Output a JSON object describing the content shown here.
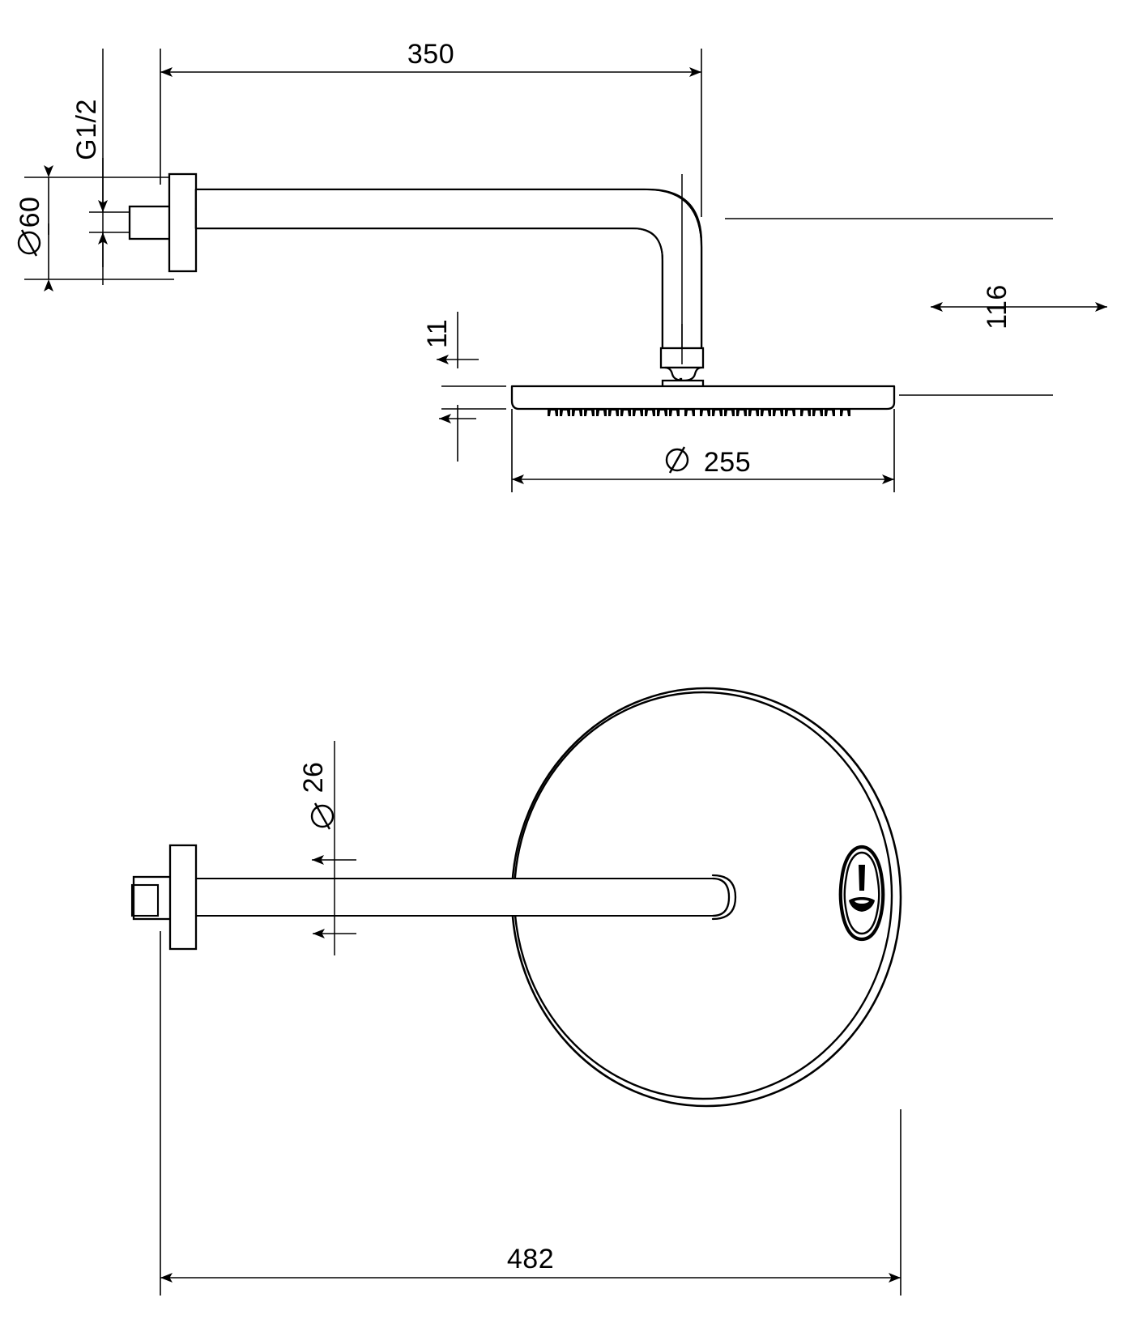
{
  "document": {
    "type": "technical-drawing",
    "subject": "Wall-mounted rain shower head with shower arm",
    "projection": "two orthographic views: side elevation (top) and plan / bottom view (bottom)",
    "units": "mm",
    "line_color": "#000000",
    "background_color": "#ffffff"
  },
  "views": {
    "side_elevation": {
      "name": "Side elevation",
      "components": [
        "wall flange (escutcheon)",
        "G1/2 threaded inlet nipple",
        "horizontal shower arm",
        "90 degree elbow bend",
        "ball joint connector",
        "rain shower head plate with nozzle row"
      ]
    },
    "bottom_view": {
      "name": "Bottom / plan view",
      "components": [
        "wall flange (escutcheon)",
        "G1/2 threaded inlet nipple",
        "shower arm tube",
        "round shower head disc",
        "manufacturer emblem"
      ]
    }
  },
  "dimensions": {
    "arm_projection": {
      "label": "350",
      "value": 350,
      "orientation": "horizontal",
      "description": "Shower arm projection from wall"
    },
    "thread_size": {
      "label": "G1/2",
      "value": "G1/2",
      "orientation": "vertical",
      "description": "Inlet thread designation"
    },
    "flange_diameter": {
      "label": "60",
      "symbol": "Ø",
      "value": 60,
      "orientation": "vertical",
      "description": "Wall flange outside diameter"
    },
    "drop_height": {
      "label": "116",
      "value": 116,
      "orientation": "vertical",
      "description": "Vertical drop from arm centre to shower face"
    },
    "head_thickness": {
      "label": "11",
      "value": 11,
      "orientation": "vertical",
      "description": "Shower head plate thickness"
    },
    "head_diameter": {
      "label": "255",
      "symbol": "Ø",
      "value": 255,
      "orientation": "horizontal",
      "description": "Shower head diameter"
    },
    "arm_diameter": {
      "label": "26",
      "symbol": "Ø",
      "value": 26,
      "orientation": "vertical",
      "description": "Shower arm tube diameter"
    },
    "overall_length": {
      "label": "482",
      "value": 482,
      "orientation": "horizontal",
      "description": "Overall length from wall face to outer edge of shower head"
    }
  },
  "labels": {
    "d350": "350",
    "g_half": "G1/2",
    "d60": "60",
    "d116": "116",
    "d11": "11",
    "d255": "255",
    "d26": "26",
    "d482": "482",
    "diameter_symbol": "Ø"
  },
  "emblem": {
    "name": "manufacturer-emblem",
    "shape": "rounded hexagon outline with vertical bar and crescent beneath"
  }
}
